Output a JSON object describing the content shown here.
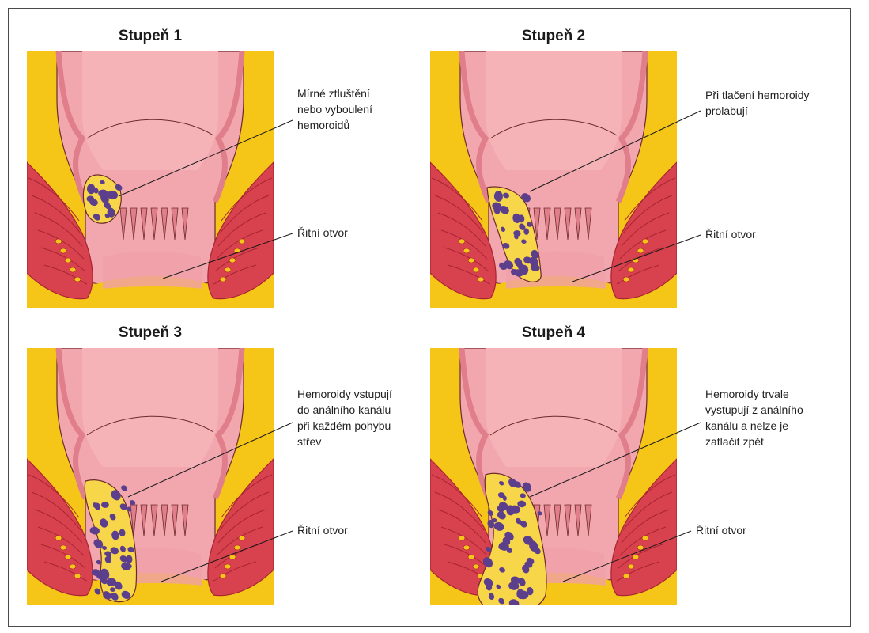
{
  "panels": [
    {
      "title": "Stupeň 1",
      "hemorrhoid_caption": [
        "Mírné ztluštění",
        "nebo vyboulení",
        "hemoroidů"
      ],
      "anus_caption": "Řitní otvor"
    },
    {
      "title": "Stupeň 2",
      "hemorrhoid_caption": [
        "Při tlačení hemoroidy",
        "prolabují"
      ],
      "anus_caption": "Řitní otvor"
    },
    {
      "title": "Stupeň 3",
      "hemorrhoid_caption": [
        "Hemoroidy vstupují",
        "do análního kanálu",
        "při každém pohybu",
        "střev"
      ],
      "anus_caption": "Řitní otvor"
    },
    {
      "title": "Stupeň 4",
      "hemorrhoid_caption": [
        "Hemoroidy trvale",
        "vystupují z análního",
        "kanálu a nelze je",
        "zatlačit zpět"
      ],
      "anus_caption": "Řitní otvor"
    }
  ],
  "colors": {
    "background_fat": "#f5c518",
    "rectum_wall": "#f2a7ae",
    "rectum_lining": "#e07f8b",
    "muscle": "#d8424e",
    "muscle_dark": "#a82432",
    "hemorrhoid_fill": "#5b3f8c",
    "outline": "#6b2b2b"
  }
}
